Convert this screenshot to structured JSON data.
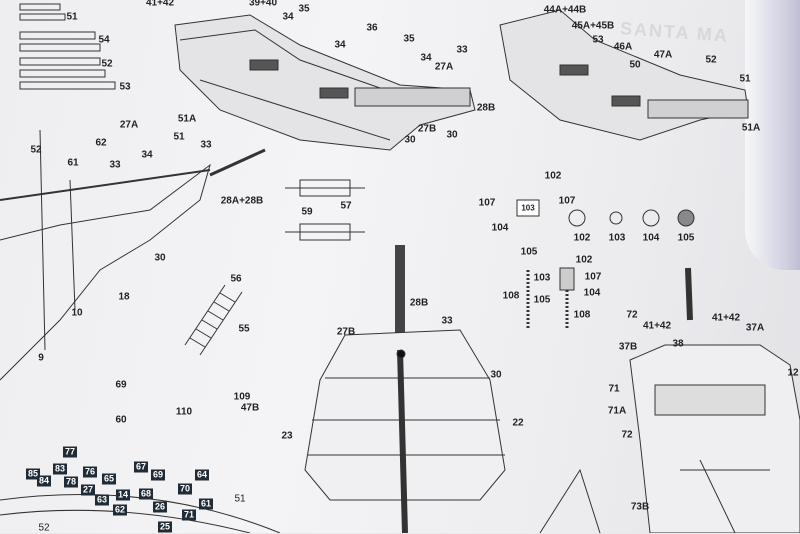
{
  "watermark": "SANTA MA",
  "labels": [
    "51",
    "54",
    "52",
    "53",
    "41+42",
    "39+40",
    "34",
    "35",
    "36",
    "34",
    "35",
    "34",
    "33",
    "27A",
    "28B",
    "27B",
    "30",
    "30",
    "44A+44B",
    "45A+45B",
    "53",
    "46A",
    "50",
    "47A",
    "52",
    "51",
    "51A",
    "52",
    "61",
    "62",
    "27A",
    "51A",
    "51",
    "33",
    "33",
    "34",
    "28A+28B",
    "30",
    "18",
    "10",
    "9",
    "59",
    "57",
    "56",
    "55",
    "69",
    "60",
    "109",
    "110",
    "47B",
    "102",
    "107",
    "107",
    "103",
    "104",
    "105",
    "102",
    "103",
    "104",
    "105",
    "102",
    "103",
    "107",
    "108",
    "105",
    "104",
    "108",
    "28B",
    "27B",
    "33",
    "30",
    "23",
    "22",
    "72",
    "41+42",
    "38",
    "41+42",
    "37A",
    "37B",
    "12",
    "71",
    "71A",
    "72",
    "73B",
    "51",
    "52"
  ],
  "boxed_labels": [
    "77",
    "85",
    "83",
    "76",
    "65",
    "69",
    "67",
    "64",
    "84",
    "78",
    "27",
    "63",
    "14",
    "68",
    "70",
    "26",
    "62",
    "61",
    "71",
    "25"
  ]
}
